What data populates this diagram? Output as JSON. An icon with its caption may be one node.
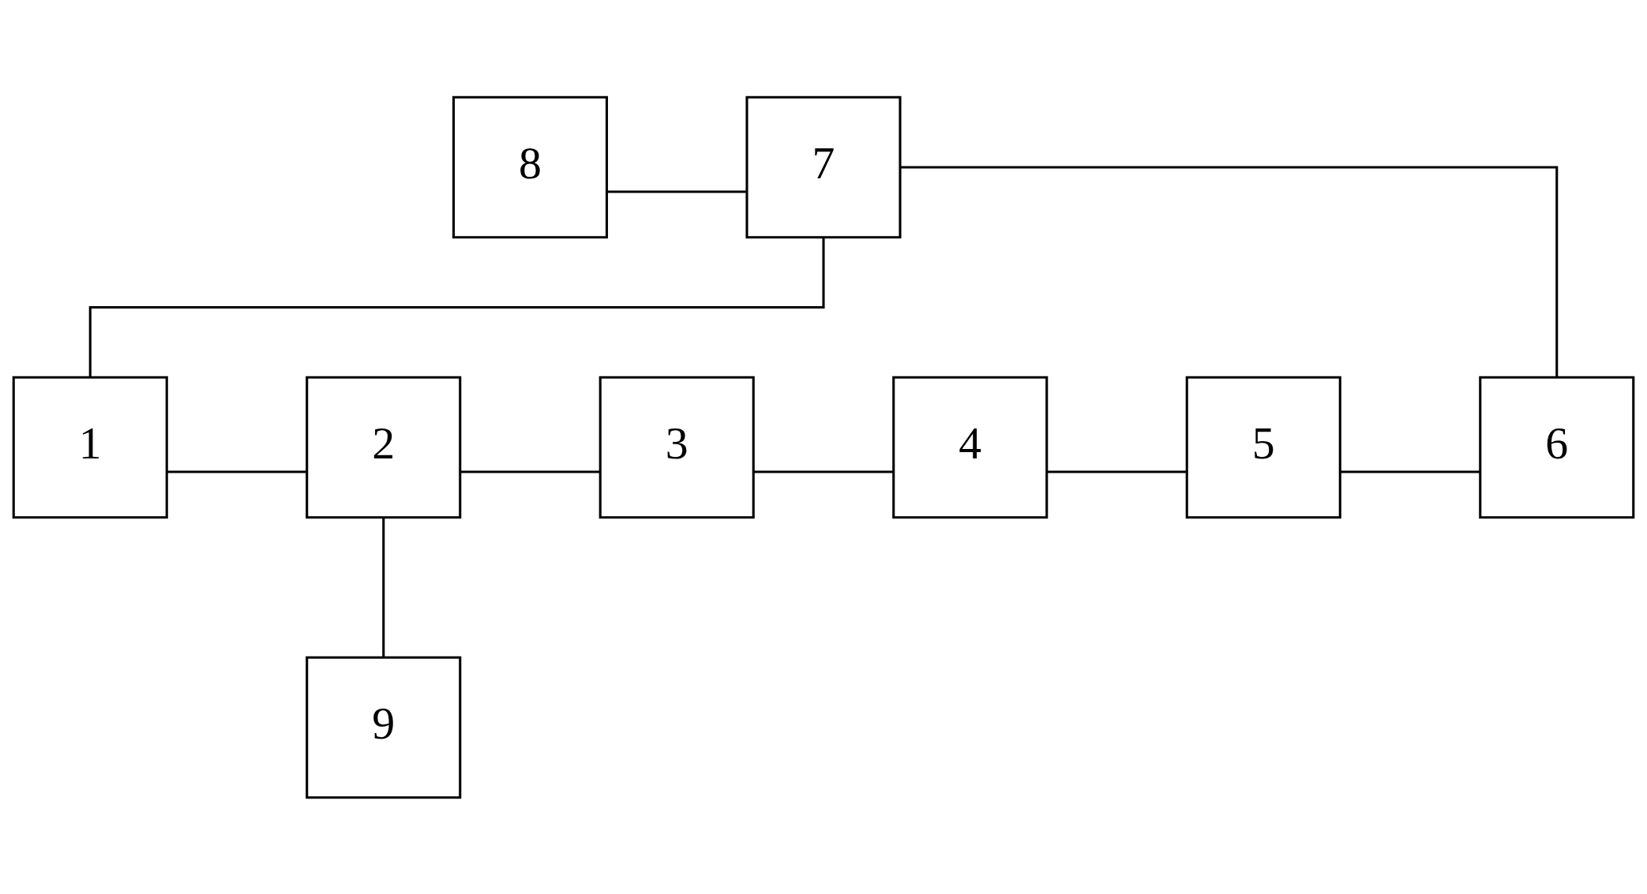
{
  "diagram": {
    "nodes": [
      {
        "text": [
          "8"
        ]
      },
      {
        "text": [
          "7"
        ]
      },
      {
        "text": [
          "1"
        ]
      },
      {
        "text": [
          "2"
        ]
      },
      {
        "text": [
          "3"
        ]
      },
      {
        "text": [
          "4"
        ]
      },
      {
        "text": [
          "5"
        ]
      },
      {
        "text": [
          "6"
        ]
      },
      {
        "text": [
          "9"
        ]
      }
    ],
    "edges": [
      {
        "from": 0,
        "to": 1,
        "arrow": "none"
      },
      {
        "from": 1,
        "to": 2,
        "arrow": "none"
      },
      {
        "from": 1,
        "to": 7,
        "arrow": "none"
      },
      {
        "from": 2,
        "to": 3,
        "arrow": "none"
      },
      {
        "from": 3,
        "to": 4,
        "arrow": "none"
      },
      {
        "from": 4,
        "to": 5,
        "arrow": "none"
      },
      {
        "from": 5,
        "to": 6,
        "arrow": "none"
      },
      {
        "from": 6,
        "to": 7,
        "arrow": "none"
      },
      {
        "from": 3,
        "to": 8,
        "arrow": "none"
      }
    ]
  }
}
